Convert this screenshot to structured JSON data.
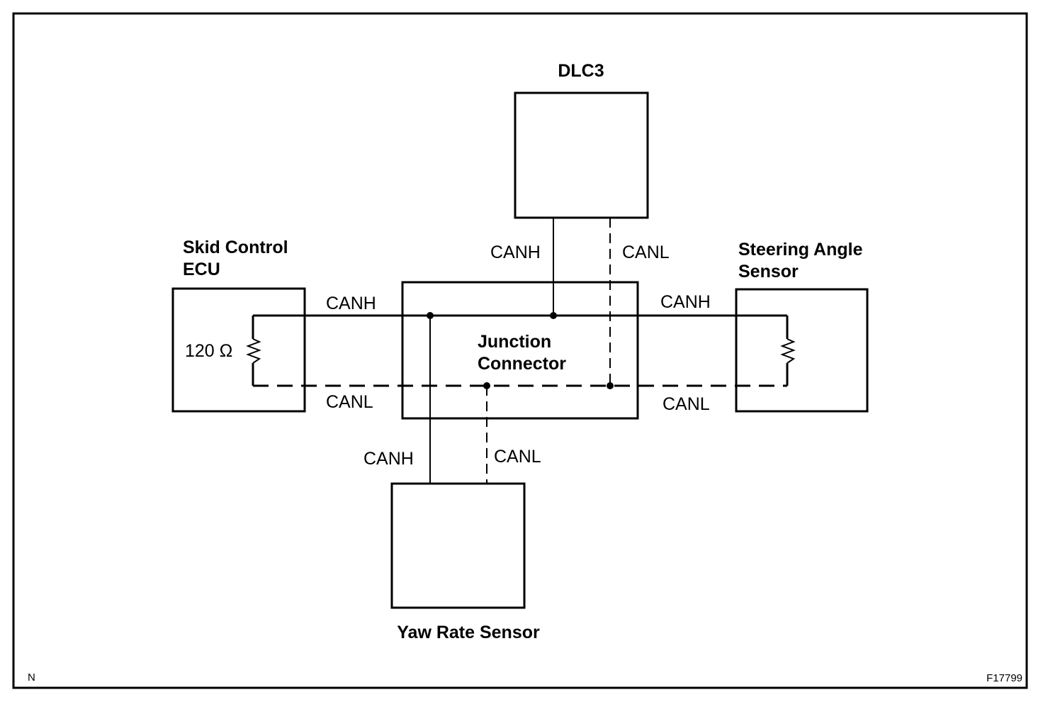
{
  "diagram": {
    "components": {
      "dlc3": "DLC3",
      "skid_control_ecu_line1": "Skid Control",
      "skid_control_ecu_line2": "ECU",
      "steering_angle_sensor_line1": "Steering Angle",
      "steering_angle_sensor_line2": "Sensor",
      "junction_connector_line1": "Junction",
      "junction_connector_line2": "Connector",
      "yaw_rate_sensor": "Yaw Rate Sensor"
    },
    "resistor_value": "120 Ω",
    "wire_labels": {
      "dlc3_canh": "CANH",
      "dlc3_canl": "CANL",
      "ecu_canh": "CANH",
      "ecu_canl": "CANL",
      "sas_canh": "CANH",
      "sas_canl": "CANL",
      "yaw_canh": "CANH",
      "yaw_canl": "CANL"
    },
    "corner_left": "N",
    "figure_id": "F17799"
  }
}
